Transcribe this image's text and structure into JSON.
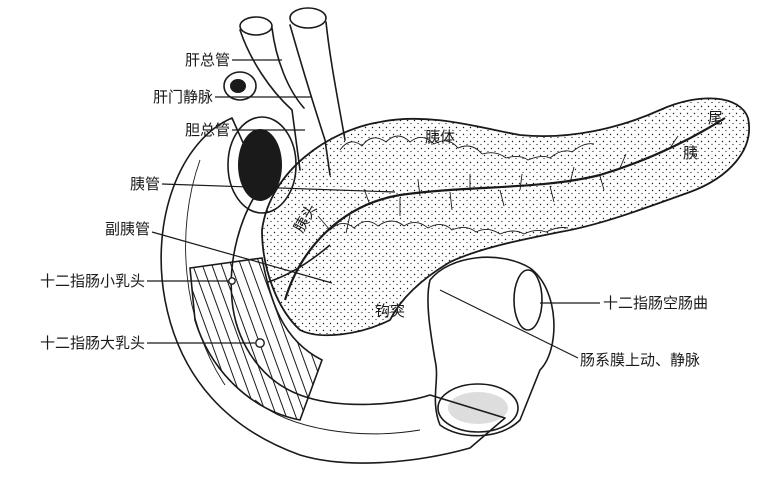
{
  "labels": {
    "hepatic_duct": "肝总管",
    "portal_vein": "肝门静脉",
    "common_bile_duct": "胆总管",
    "pancreatic_duct": "胰管",
    "accessory_duct": "副胰管",
    "minor_papilla": "十二指肠小乳头",
    "major_papilla": "十二指肠大乳头",
    "duodenojejunal_flexure": "十二指肠空肠曲",
    "mesenteric_vessels": "肠系膜上动、静脉",
    "pancreas_body": "胰体",
    "pancreas_head": "胰头",
    "pancreas_tail_1": "尾",
    "pancreas_tail_2": "胰",
    "uncinate": "钩突"
  },
  "colors": {
    "ink": "#1a1a1a",
    "paper": "#ffffff"
  }
}
